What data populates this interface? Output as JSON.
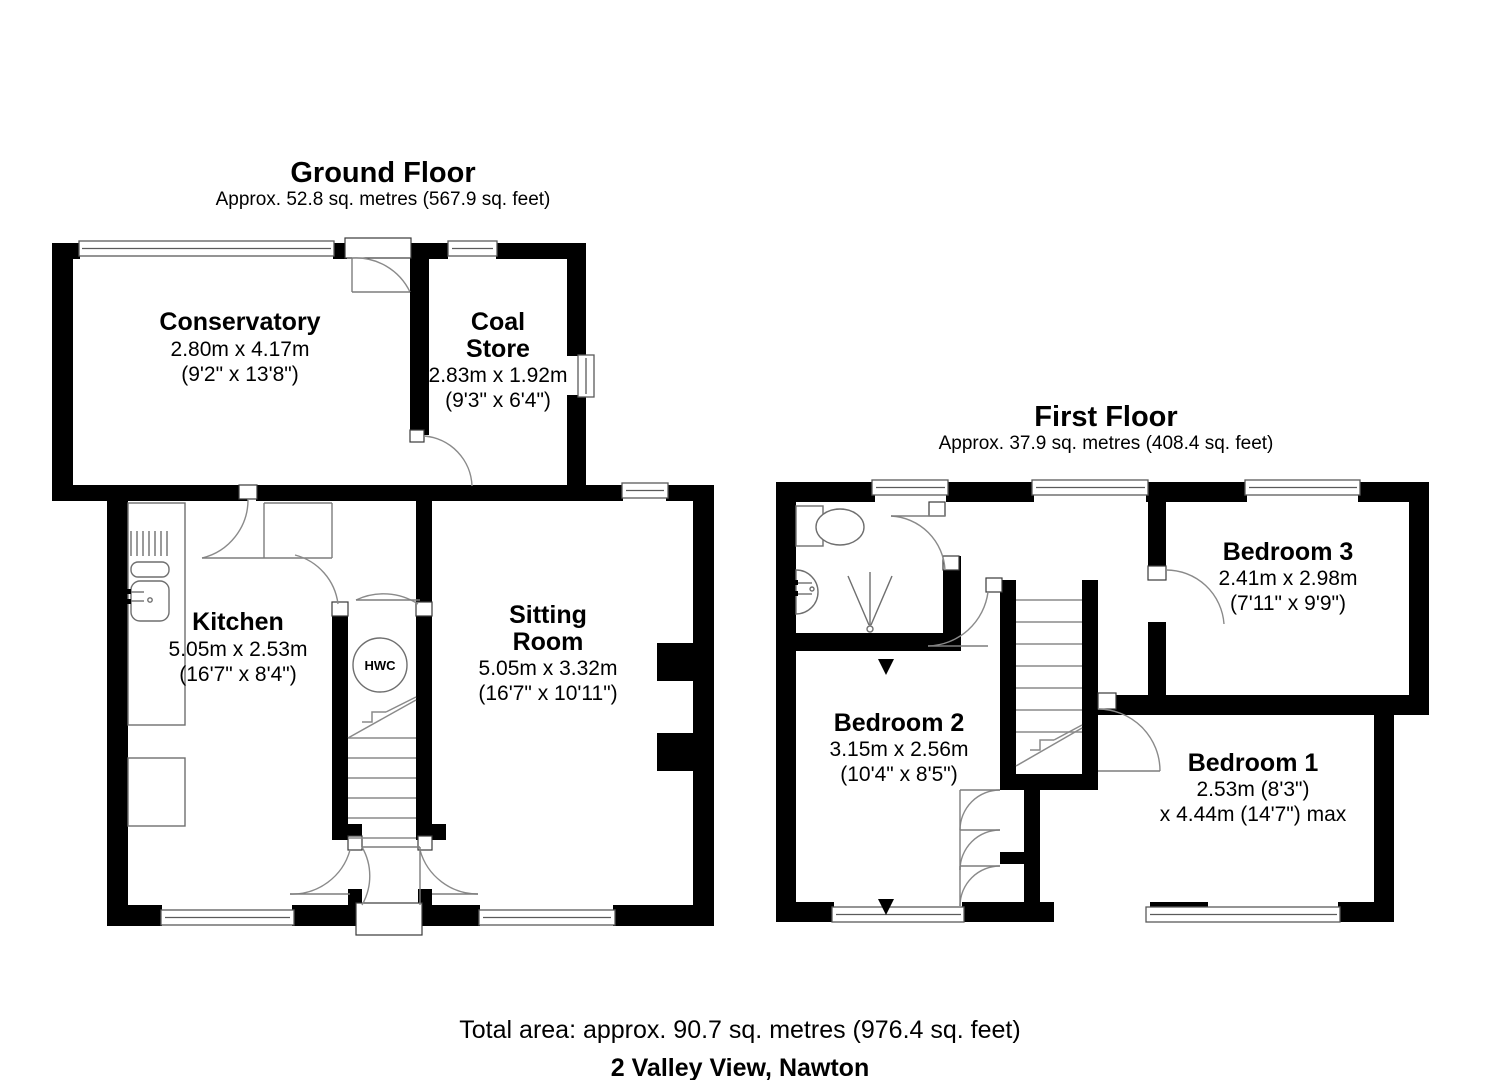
{
  "document": {
    "type": "floor-plan",
    "address": "2 Valley View, Nawton",
    "total_area": "Total area: approx. 90.7 sq. metres (976.4 sq. feet)"
  },
  "ground_floor": {
    "title": "Ground Floor",
    "subtitle": "Approx. 52.8 sq. metres (567.9 sq. feet)",
    "rooms": [
      {
        "name": "Conservatory",
        "dim_metric": "2.80m x 4.17m",
        "dim_imperial": "(9'2\" x 13'8\")"
      },
      {
        "name_line1": "Coal",
        "name_line2": "Store",
        "dim_metric": "2.83m x 1.92m",
        "dim_imperial": "(9'3\" x 6'4\")"
      },
      {
        "name": "Kitchen",
        "dim_metric": "5.05m x 2.53m",
        "dim_imperial": "(16'7\" x 8'4\")"
      },
      {
        "name_line1": "Sitting",
        "name_line2": "Room",
        "dim_metric": "5.05m x 3.32m",
        "dim_imperial": "(16'7\" x 10'11\")"
      }
    ],
    "hwc_label": "HWC"
  },
  "first_floor": {
    "title": "First Floor",
    "subtitle": "Approx. 37.9 sq. metres (408.4 sq. feet)",
    "rooms": [
      {
        "name": "Bedroom 3",
        "dim_metric": "2.41m x 2.98m",
        "dim_imperial": "(7'11\" x 9'9\")"
      },
      {
        "name": "Bedroom 2",
        "dim_metric": "3.15m x 2.56m",
        "dim_imperial": "(10'4\" x 8'5\")"
      },
      {
        "name": "Bedroom 1",
        "dim_metric": "2.53m (8'3\")",
        "dim_imperial": "x 4.44m (14'7\") max"
      }
    ]
  },
  "colors": {
    "wall": "#000000",
    "background": "#ffffff",
    "detail_line": "#7d7d7d"
  }
}
